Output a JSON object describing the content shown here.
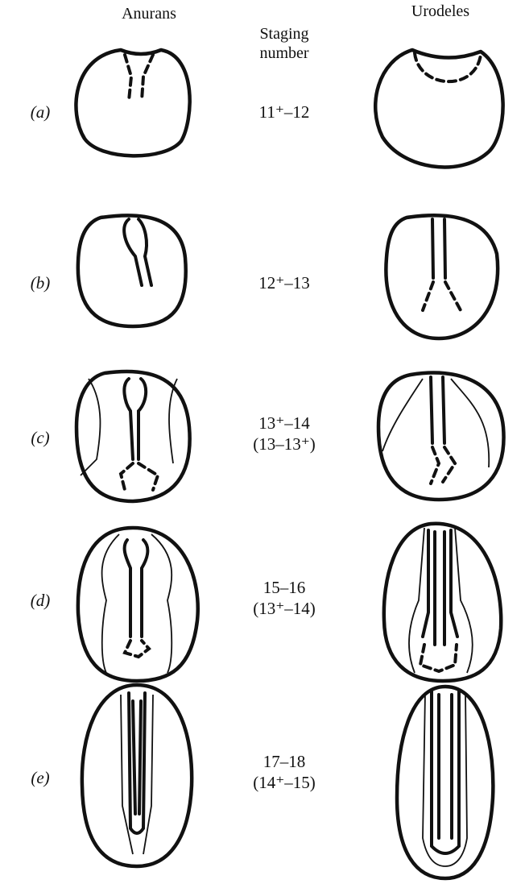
{
  "headers": {
    "anurans": "Anurans",
    "staging_line1": "Staging",
    "staging_line2": "number",
    "urodeles": "Urodeles"
  },
  "rows": [
    {
      "label": "(a)",
      "stage": "11⁺–12",
      "alt": ""
    },
    {
      "label": "(b)",
      "stage": "12⁺–13",
      "alt": ""
    },
    {
      "label": "(c)",
      "stage": "13⁺–14",
      "alt": "(13–13⁺)"
    },
    {
      "label": "(d)",
      "stage": "15–16",
      "alt": "(13⁺–14)"
    },
    {
      "label": "(e)",
      "stage": "17–18",
      "alt": "(14⁺–15)"
    }
  ]
}
